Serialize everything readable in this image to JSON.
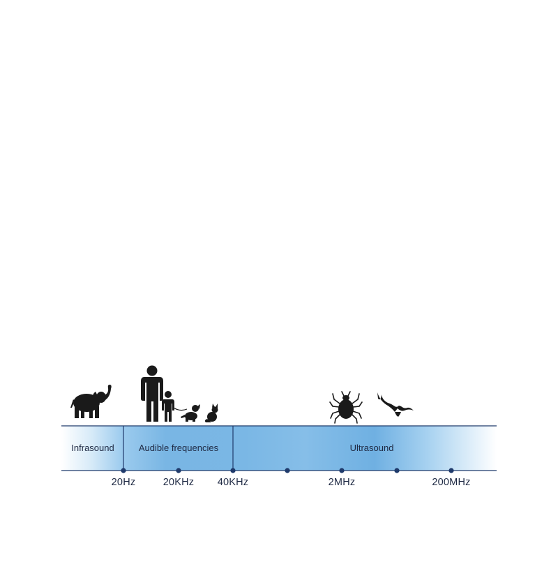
{
  "bands": [
    {
      "label": "Infrasound"
    },
    {
      "label": "Audible frequencies"
    },
    {
      "label": "Ultrasound"
    }
  ],
  "ticks": [
    {
      "label": "20Hz"
    },
    {
      "label": "20KHz"
    },
    {
      "label": "40KHz"
    },
    {
      "label": ""
    },
    {
      "label": "2MHz"
    },
    {
      "label": ""
    },
    {
      "label": "200MHz"
    }
  ],
  "icons": {
    "infrasound": [
      "elephant-icon"
    ],
    "audible": [
      "adult-icon",
      "child-icon",
      "dog-icon",
      "cat-icon"
    ],
    "ultrasound": [
      "tick-insect-icon",
      "bat-icon"
    ]
  },
  "colors": {
    "band_blue": "#79b6e4",
    "line": "#1f3a6b",
    "dot": "#1f3a6b",
    "silhouette": "#1a1a1a"
  }
}
